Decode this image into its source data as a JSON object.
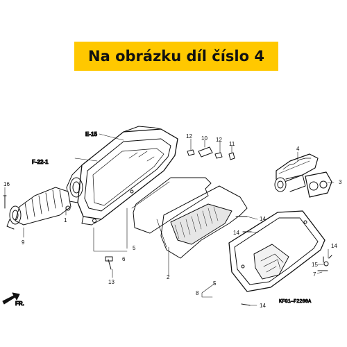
{
  "banner": {
    "text": "Na obrázku díl číslo 4",
    "color": "#ffc800"
  },
  "refs": {
    "e15": "E-15",
    "f22": "F-22-1",
    "fr": "FR."
  },
  "code": "KFG1—F2200A",
  "labels": {
    "p1": "1",
    "p2": "2",
    "p3": "3",
    "p4": "4",
    "p5a": "5",
    "p5b": "5",
    "p6": "6",
    "p7": "7",
    "p8": "8",
    "p9": "9",
    "p10": "10",
    "p11": "11",
    "p12a": "12",
    "p12b": "12",
    "p13": "13",
    "p14a": "14",
    "p14b": "14",
    "p14c": "14",
    "p14d": "14",
    "p15": "15",
    "p16": "16"
  }
}
